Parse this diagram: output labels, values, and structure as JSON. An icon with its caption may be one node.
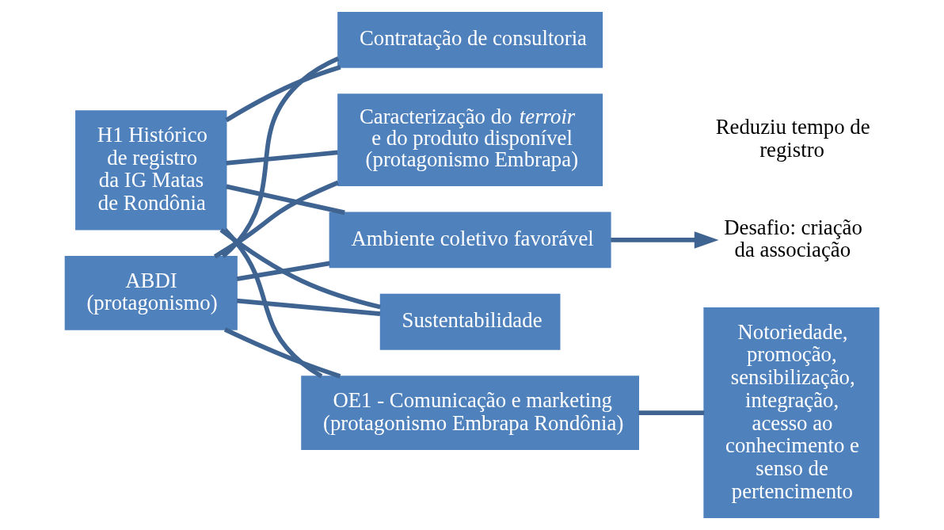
{
  "diagram": {
    "nodes": [
      {
        "text": [
          "H1 Histórico de registro da IG Matas de Rondônia"
        ]
      },
      {
        "text": [
          "ABDI (protagonismo)"
        ]
      },
      {
        "text": [
          "Contratação de consultoria"
        ]
      },
      {
        "text": [
          "Caracterização do *terroir* e do produto disponível (protagonismo Embrapa)"
        ]
      },
      {
        "text": [
          "Ambiente coletivo favorável"
        ]
      },
      {
        "text": [
          "Sustentabilidade"
        ]
      },
      {
        "text": [
          "OE1 - Comunicação e marketing",
          "(protagonismo Embrapa Rondônia)"
        ]
      },
      {
        "text": [
          "Desafio: criação da associação"
        ]
      },
      {
        "text": [
          "Notoriedade, promoção, sensibilização, integração, acesso ao conhecimento e senso de pertencimento"
        ]
      }
    ],
    "edges": [
      {
        "from": 0,
        "to": 2,
        "arrow": "none"
      },
      {
        "from": 0,
        "to": 3,
        "arrow": "none"
      },
      {
        "from": 0,
        "to": 4,
        "arrow": "none"
      },
      {
        "from": 0,
        "to": 5,
        "arrow": "none"
      },
      {
        "from": 0,
        "to": 6,
        "arrow": "none"
      },
      {
        "from": 1,
        "to": 2,
        "arrow": "none"
      },
      {
        "from": 1,
        "to": 3,
        "arrow": "none"
      },
      {
        "from": 1,
        "to": 4,
        "arrow": "none"
      },
      {
        "from": 1,
        "to": 5,
        "arrow": "none"
      },
      {
        "from": 1,
        "to": 6,
        "arrow": "none"
      },
      {
        "from": 4,
        "to": 7,
        "arrow": "to"
      },
      {
        "from": 6,
        "to": 8,
        "arrow": "none"
      }
    ],
    "labels": [
      "Reduziu tempo de registro"
    ]
  }
}
